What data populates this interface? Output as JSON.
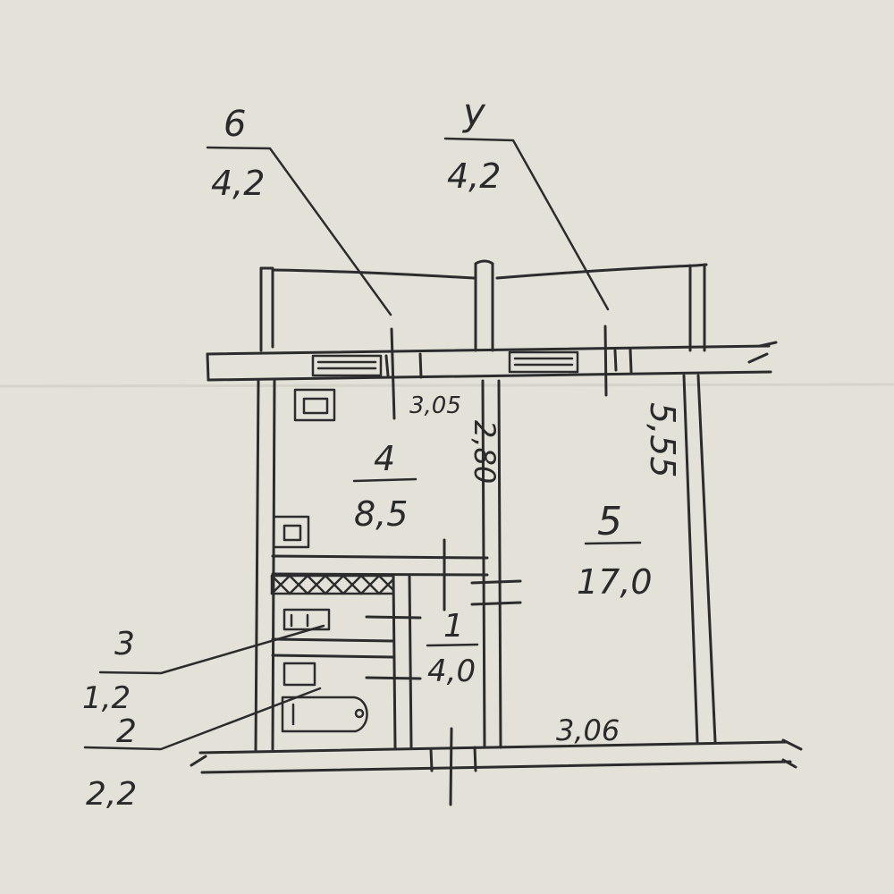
{
  "colors": {
    "paper": "#e3e1d8",
    "ink": "#2c2c2e"
  },
  "rooms": [
    {
      "number": "6",
      "area": "4,2"
    },
    {
      "number": "у",
      "area": "4,2"
    },
    {
      "number": "4",
      "area": "8,5"
    },
    {
      "number": "5",
      "area": "17,0"
    },
    {
      "number": "1",
      "area": "4,0"
    },
    {
      "number": "3",
      "area": "1,2"
    },
    {
      "number": "2",
      "area": "2,2"
    }
  ],
  "dimensions": {
    "kitchen_width": "3,05",
    "kitchen_depth": "2,80",
    "room_depth": "5,55",
    "room_width": "3,06"
  }
}
